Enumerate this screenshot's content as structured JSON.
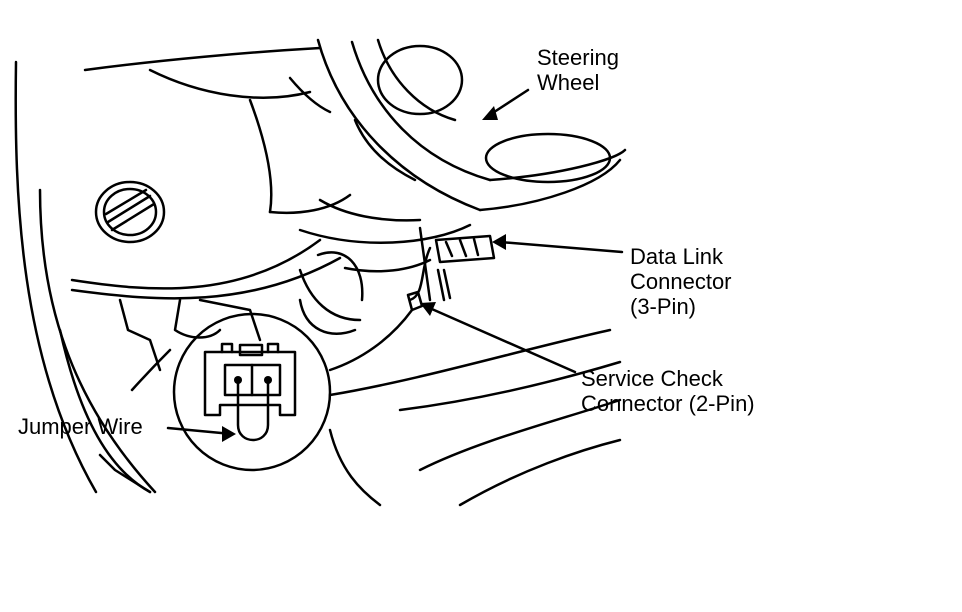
{
  "labels": {
    "steering_wheel": [
      "Steering",
      "Wheel"
    ],
    "data_link_connector": [
      "Data Link",
      "Connector",
      "(3-Pin)"
    ],
    "service_check_connector": [
      "Service Check",
      "Connector (2-Pin)"
    ],
    "jumper_wire": "Jumper Wire"
  },
  "colors": {
    "ink": "#000000",
    "paper": "#ffffff"
  }
}
